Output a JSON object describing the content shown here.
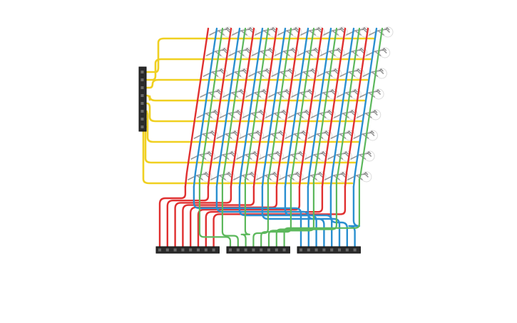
{
  "colors": {
    "background": "#ffffff",
    "layer_wire_yellow": "#f0d020",
    "anode_wire_red": "#e03030",
    "cathode_wire_blue": "#2a8fd0",
    "cathode_wire_green": "#5cb85c",
    "led_leg_gray": "#9a9a9a",
    "header_black": "#2b2b2b"
  },
  "matrix": {
    "rows": 8,
    "cols": 8
  },
  "side_header": {
    "pin_count": 8,
    "icon": "pin-header-icon"
  },
  "bottom_headers": [
    {
      "id": "header-left",
      "pin_count": 8,
      "wire_color": "red"
    },
    {
      "id": "header-middle",
      "pin_count": 8,
      "wire_color": "green"
    },
    {
      "id": "header-right",
      "pin_count": 8,
      "wire_color": "blue"
    }
  ]
}
